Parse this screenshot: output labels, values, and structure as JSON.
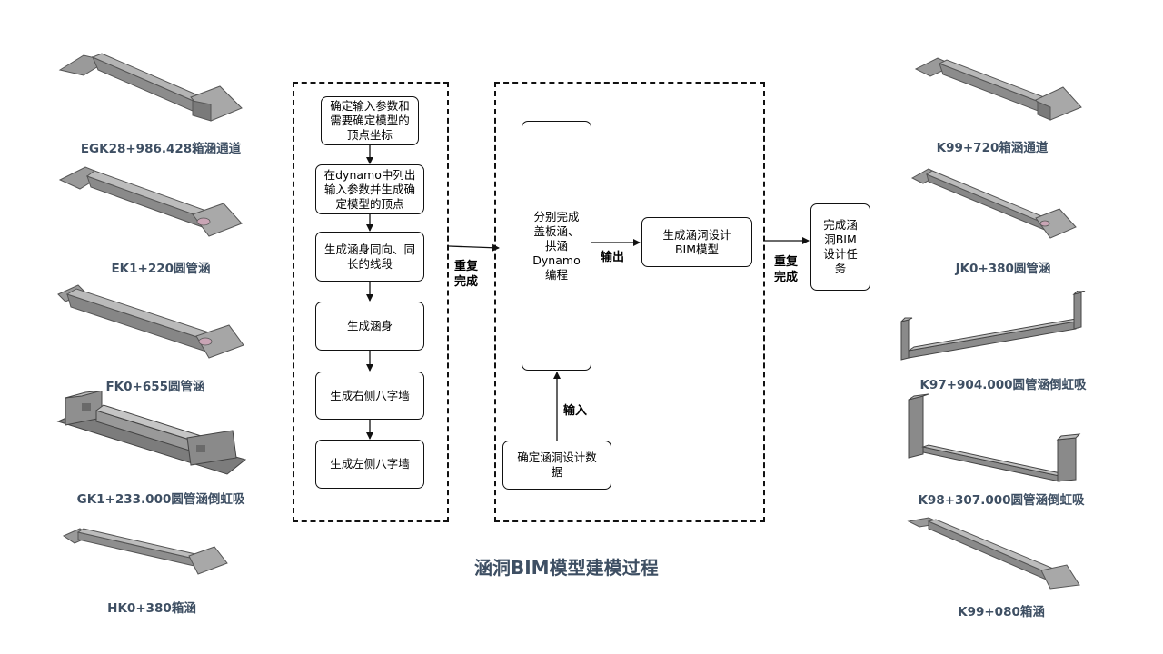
{
  "title": "涵洞BIM模型建模过程",
  "left_models": [
    {
      "label": "EGK28+986.428箱涵通道"
    },
    {
      "label": "EK1+220圆管涵"
    },
    {
      "label": "FK0+655圆管涵"
    },
    {
      "label": "GK1+233.000圆管涵倒虹吸"
    },
    {
      "label": "HK0+380箱涵"
    }
  ],
  "right_models": [
    {
      "label": "K99+720箱涵通道"
    },
    {
      "label": "JK0+380圆管涵"
    },
    {
      "label": "K97+904.000圆管涵倒虹吸"
    },
    {
      "label": "K98+307.000圆管涵倒虹吸"
    },
    {
      "label": "K99+080箱涵"
    }
  ],
  "left_flow": {
    "steps": [
      "确定输入参数和需要确定模型的顶点坐标",
      "在dynamo中列出输入参数并生成确定模型的顶点",
      "生成涵身同向、同长的线段",
      "生成涵身",
      "生成右侧八字墙",
      "生成左侧八字墙"
    ],
    "repeat_label": "重复完成"
  },
  "middle_flow": {
    "dynamo_box": "分别完成盖板涵、拱涵Dynamo编程",
    "data_box": "确定涵洞设计数据",
    "input_label": "输入",
    "output_label": "输出",
    "bim_box": "生成涵洞设计BIM模型",
    "repeat_label": "重复完成"
  },
  "final_box": "完成涵洞BIM设计任务"
}
